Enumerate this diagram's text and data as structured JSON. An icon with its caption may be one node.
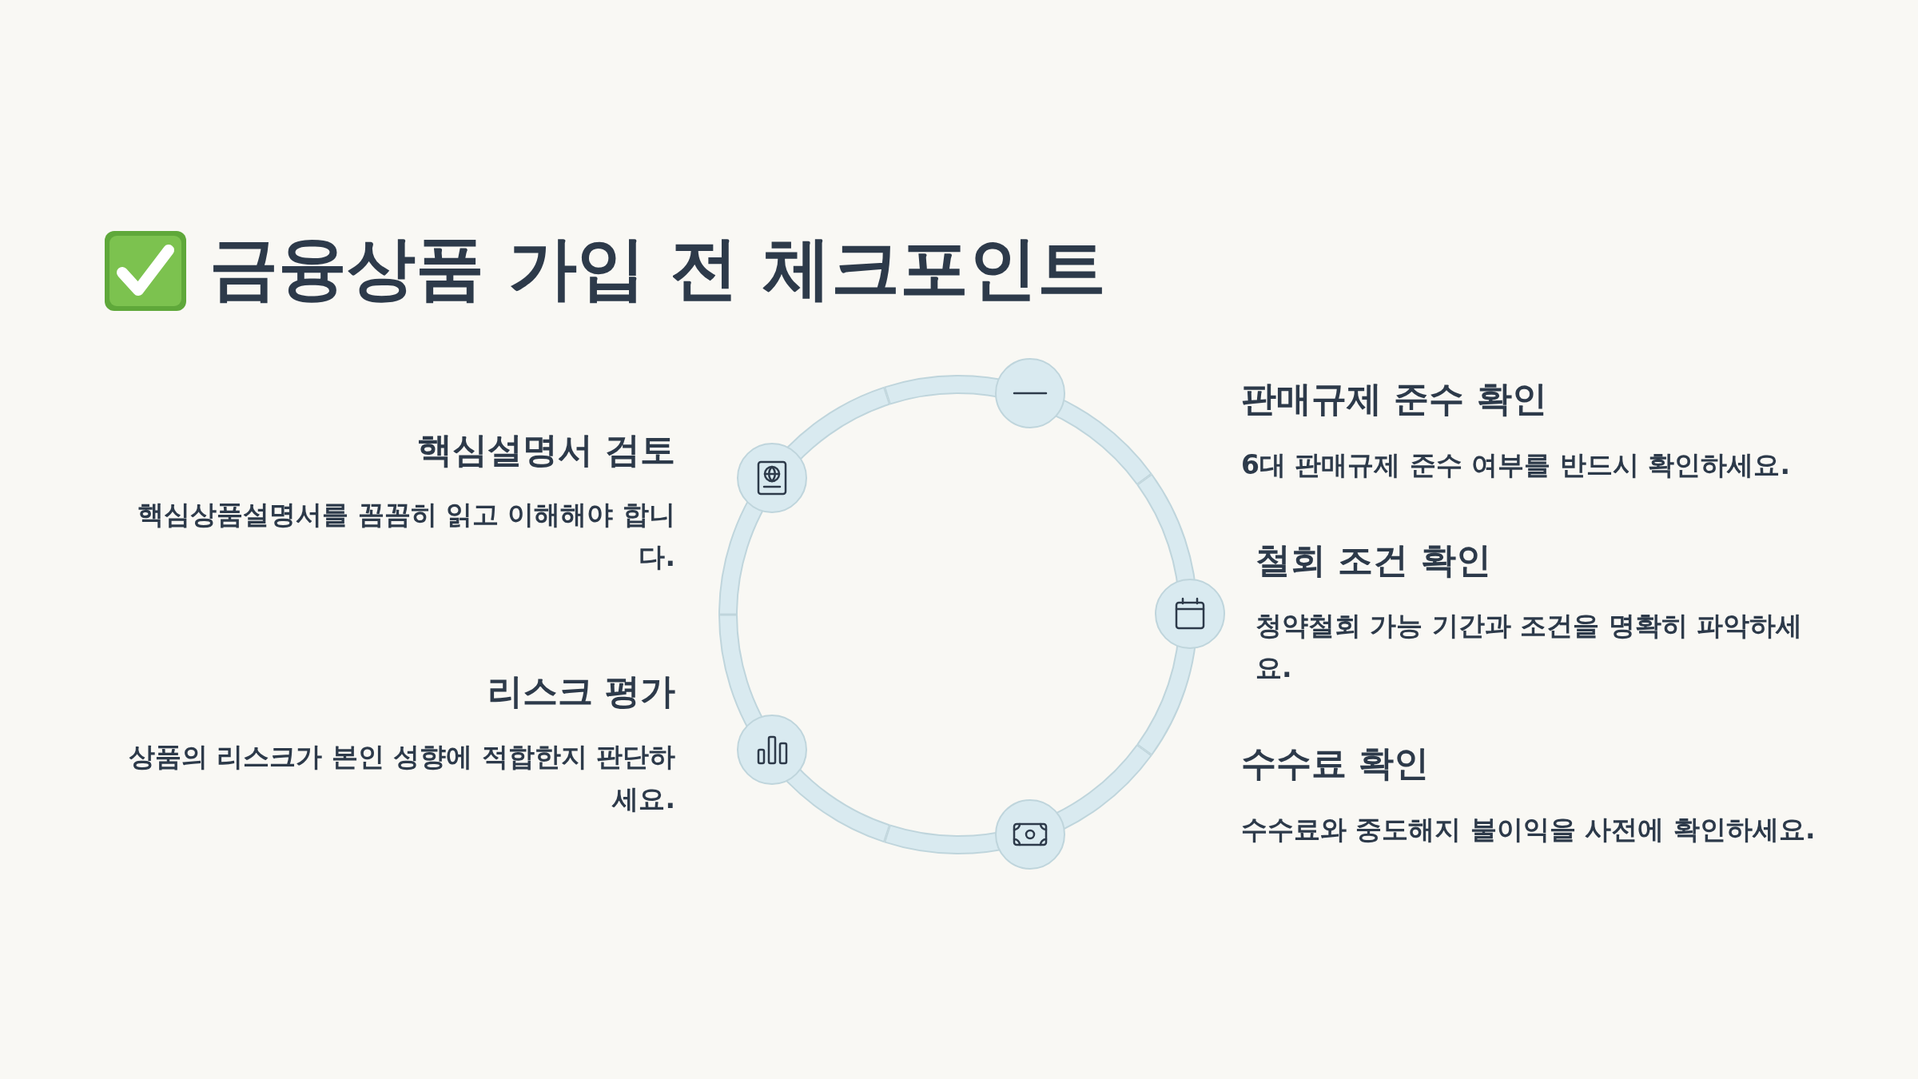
{
  "diagram": {
    "title": "금융상품 가입 전 체크포인트",
    "labels": [
      "핵심설명서 검토",
      "핵심상품설명서를 꼼꼼히 읽고 이해해야 합니다.",
      "판매규제 준수 확인",
      "6대 판매규제 준수 여부를 반드시 확인하세요.",
      "철회 조건 확인",
      "청약철회 가능 기간과 조건을 명확히 파악하세요.",
      "리스크 평가",
      "상품의 리스크가 본인 성향에 적합한지 판단하세요.",
      "수수료 확인",
      "수수료와 중도해지 불이익을 사전에 확인하세요."
    ]
  }
}
